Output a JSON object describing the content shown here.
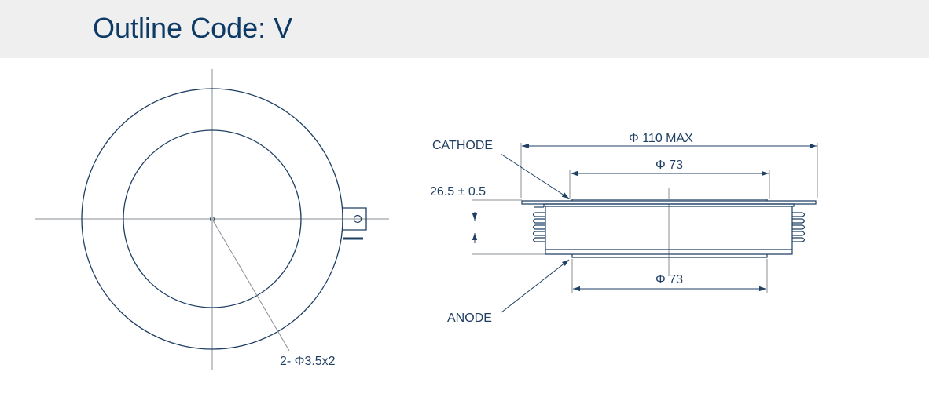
{
  "header": {
    "title": "Outline Code: V"
  },
  "colors": {
    "header_bg": "#efefef",
    "title": "#0e3a66",
    "outline": "#1f3f63",
    "leader": "#8a8f96"
  },
  "top_view": {
    "hole_callout": "2- Φ3.5x2"
  },
  "side_view": {
    "cathode_label": "CATHODE",
    "anode_label": "ANODE",
    "overall_diameter": "Φ 110 MAX",
    "top_face_diameter": "Φ 73",
    "bottom_face_diameter": "Φ 73",
    "height_nominal": "26.5",
    "height_tolerance": "± 0.5"
  }
}
